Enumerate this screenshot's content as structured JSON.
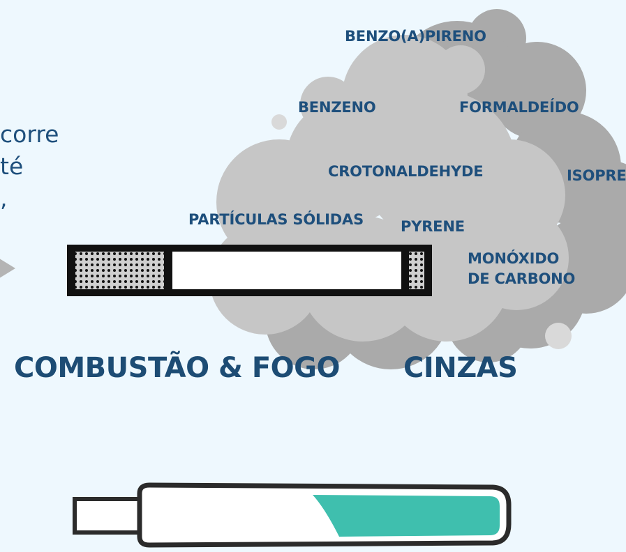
{
  "side_text": {
    "line1": "corre",
    "line2": "té",
    "line3": ","
  },
  "chemicals": {
    "benzo_a_pireno": "BENZO(A)PIRENO",
    "benzeno": "BENZENO",
    "formaldeido": "FORMALDEÍDO",
    "crotonaldehyde": "CROTONALDEHYDE",
    "isopreno": "ISOPRE",
    "particulas_solidas": "PARTÍCULAS SÓLIDAS",
    "pyrene": "PYRENE",
    "monoxido_line1": "MONÓXIDO",
    "monoxido_line2": "DE CARBONO"
  },
  "labels": {
    "combustao": "COMBUSTÃO & FOGO",
    "cinzas": "CINZAS"
  },
  "colors": {
    "background": "#eef8fe",
    "cloud_light": "#c8c8c8",
    "cloud_dark": "#a9a9a9",
    "text_dark_blue": "#1e4f7c",
    "teal_fill": "#3fbfae"
  },
  "device_fill_level": 0.42
}
